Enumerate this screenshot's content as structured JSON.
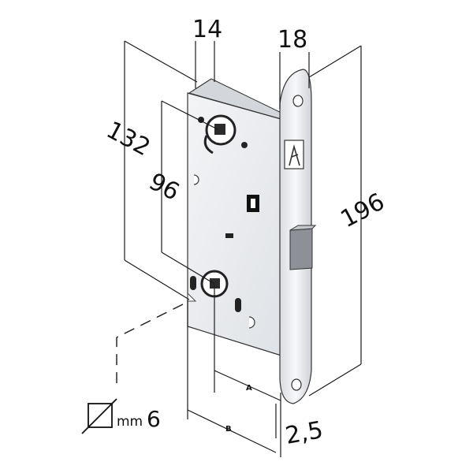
{
  "dimensions": {
    "backset_thickness": "14",
    "faceplate_width": "18",
    "body_height": "132",
    "center_distance": "96",
    "faceplate_height": "196",
    "faceplate_thickness": "2,5",
    "label_a": "A",
    "label_b": "B"
  },
  "spindle": {
    "unit": "mm",
    "size": "6"
  },
  "colors": {
    "lock_body": "#e9ebee",
    "lock_side": "#c9ccd1",
    "faceplate": "#f4f5f7",
    "lines": "#1a1a1a",
    "latch": "#8d9096"
  }
}
